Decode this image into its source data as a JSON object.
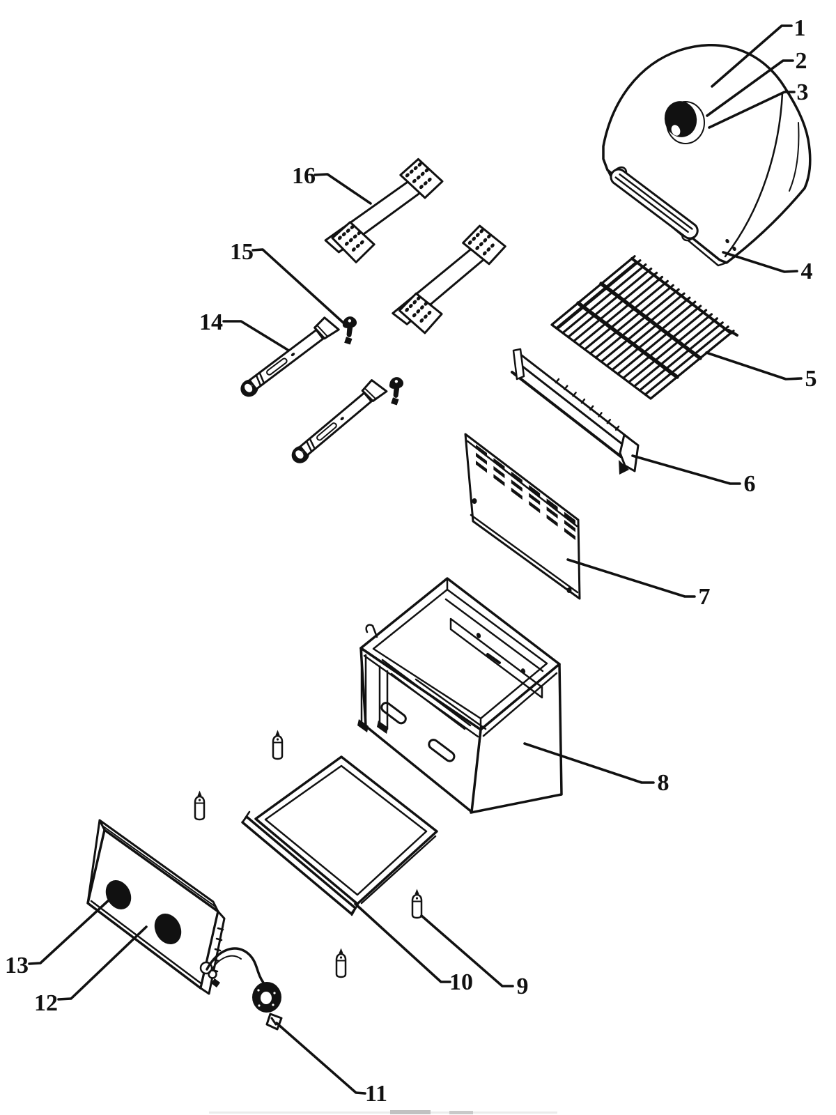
{
  "palette": {
    "ink": "#111111",
    "paper": "#ffffff"
  },
  "callouts": [
    "1",
    "2",
    "3",
    "4",
    "5",
    "6",
    "7",
    "8",
    "9",
    "10",
    "11",
    "12",
    "13",
    "14",
    "15",
    "16"
  ]
}
